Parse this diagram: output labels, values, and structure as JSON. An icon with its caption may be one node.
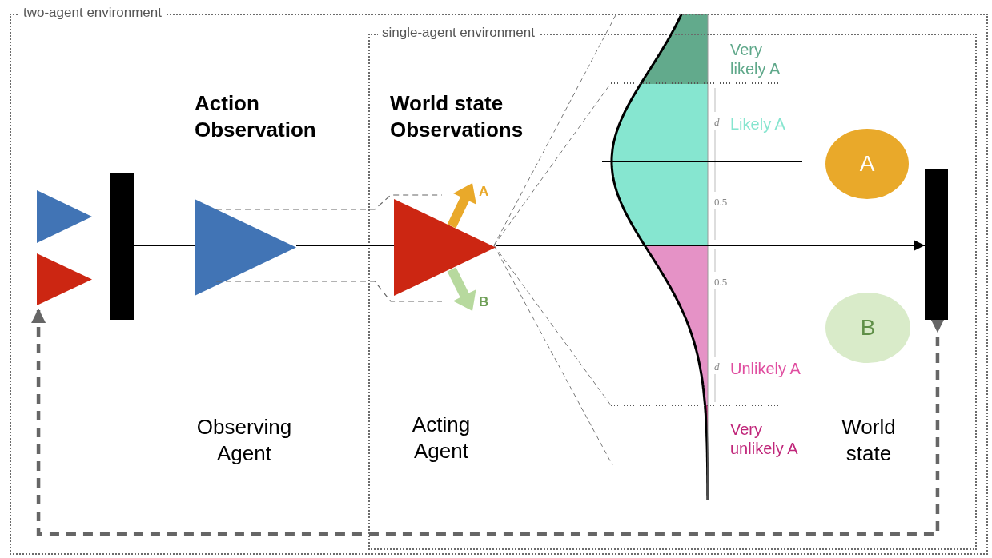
{
  "diagram": {
    "nodes": [
      {
        "text": [
          "two-agent environment"
        ]
      },
      {
        "text": [
          "single-agent environment"
        ],
        "in": 0
      },
      {
        "text": [],
        "shape": "triangle",
        "in": 0
      },
      {
        "text": [],
        "shape": "triangle",
        "in": 0
      },
      {
        "text": [],
        "shape": "bar",
        "in": 0
      },
      {
        "text": [],
        "shape": "triangle",
        "in": 0,
        "beside": [
          "Action Observation"
        ]
      },
      {
        "text": [],
        "shape": "triangle",
        "in": 1,
        "beside": [
          "World state Observations"
        ]
      },
      {
        "text": [
          "A"
        ],
        "in": 1
      },
      {
        "text": [
          "B"
        ],
        "in": 1
      },
      {
        "text": [
          "A"
        ],
        "in": 1
      },
      {
        "text": [
          "B"
        ],
        "in": 1
      },
      {
        "text": [],
        "shape": "bar",
        "in": 1
      }
    ],
    "edges": [
      {
        "from": 4,
        "to": 5,
        "arrow": "none"
      },
      {
        "from": 5,
        "to": 6,
        "arrow": "none"
      },
      {
        "from": 6,
        "to": 11,
        "arrow": "to"
      },
      {
        "from": 5,
        "to": 7,
        "arrow": "none",
        "style": "dashed",
        "color": "#666666"
      },
      {
        "from": 5,
        "to": 8,
        "arrow": "none",
        "style": "dashed",
        "color": "#666666"
      },
      {
        "from": 11,
        "to": 3,
        "arrow": "to",
        "style": "dashed",
        "color": "#666666"
      }
    ],
    "labels": [
      "Very likely A",
      "d",
      "Likely A",
      "0.5",
      "0.5",
      "d",
      "Unlikely A",
      "Observing Agent",
      "Acting Agent",
      "Very unlikely A",
      "World state"
    ]
  }
}
